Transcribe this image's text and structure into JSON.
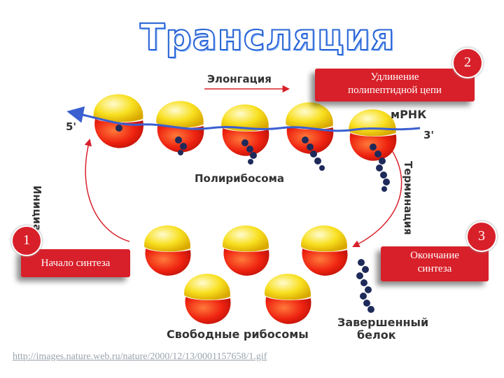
{
  "title": "Трансляция",
  "labels": {
    "elongation": "Элонгация",
    "mrna": "мРНК",
    "five_prime": "5'",
    "three_prime": "3'",
    "polyribosome": "Полирибосома",
    "initiation": "Инициация",
    "termination": "Терминация",
    "free_ribosomes": "Свободные рибосомы",
    "finished_protein_line1": "Завершенный",
    "finished_protein_line2": "белок"
  },
  "steps": [
    {
      "number": "1",
      "text_line1": "Начало синтеза",
      "text_line2": ""
    },
    {
      "number": "2",
      "text_line1": "Удлинение",
      "text_line2": "полипептидной цепи"
    },
    {
      "number": "3",
      "text_line1": "Окончание",
      "text_line2": "синтеза"
    }
  ],
  "source_url": "http://images.nature.web.ru/nature/2000/12/13/0001157658/1.gif",
  "colors": {
    "ribosome_large": "#e8200f",
    "ribosome_small": "#f7dc1e",
    "mrna": "#3a5fd0",
    "protein": "#1e2a5a",
    "arrow": "#d8202a",
    "box": "#d8202a"
  }
}
